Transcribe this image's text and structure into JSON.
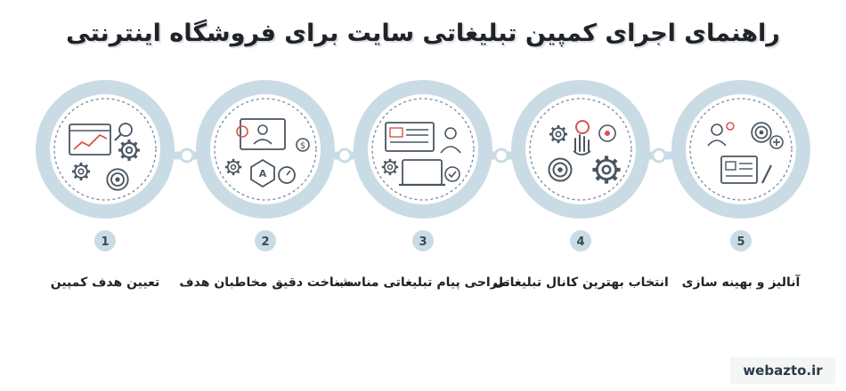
{
  "title": "راهنمای اجرای کمپین تبلیغاتی سایت برای فروشگاه اینترنتی",
  "watermark": "webazto.ir",
  "colors": {
    "ring": "#c9dce6",
    "ring_inner": "#ffffff",
    "dash": "#7c8a94",
    "icon": "#4a5560",
    "accent": "#d9534f",
    "number": "#3c4852"
  },
  "steps": [
    {
      "number": "1",
      "label": "تعیین هدف کمپین",
      "icon": "analytics-target-icon"
    },
    {
      "number": "2",
      "label": "شناخت دقیق مخاطبان هدف",
      "icon": "audience-profile-icon"
    },
    {
      "number": "3",
      "label": "طراحی پیام تبلیغاتی مناسب",
      "icon": "message-design-icon"
    },
    {
      "number": "4",
      "label": "انتخاب بهترین کانال تبلیغاتی",
      "icon": "channel-select-icon"
    },
    {
      "number": "5",
      "label": "آنالیز و بهینه سازی",
      "icon": "analysis-optimize-icon"
    }
  ]
}
